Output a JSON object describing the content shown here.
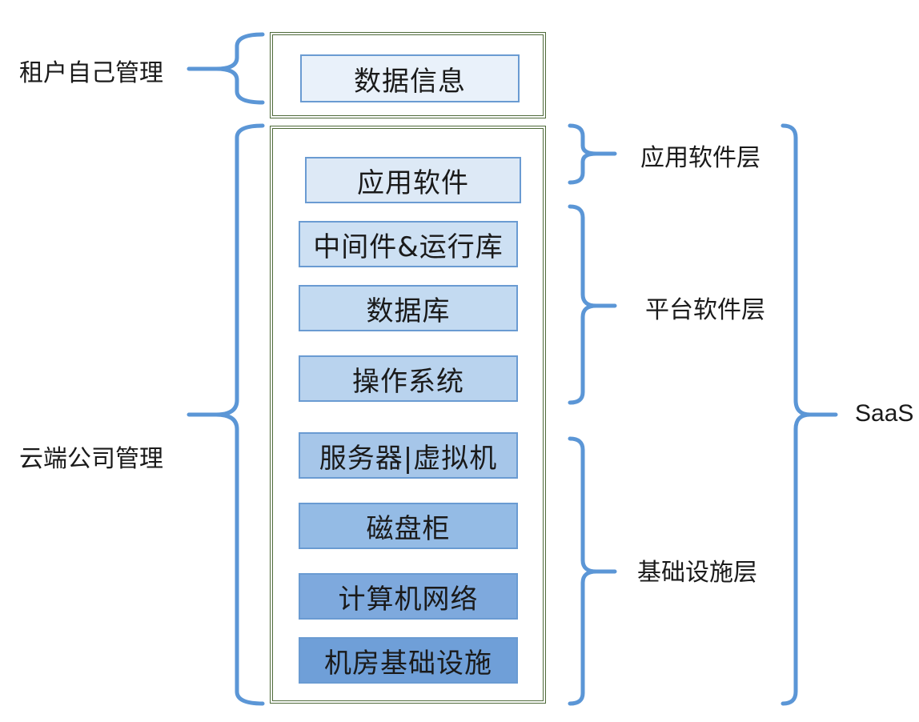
{
  "tenant_section": {
    "label": "租户自己管理",
    "layers": [
      "数据信息"
    ]
  },
  "cloud_section": {
    "label": "云端公司管理",
    "layers": [
      "应用软件",
      "中间件&运行库",
      "数据库",
      "操作系统",
      "服务器|虚拟机",
      "磁盘柜",
      "计算机网络",
      "机房基础设施"
    ]
  },
  "right_groups": {
    "application": "应用软件层",
    "platform": "平台软件层",
    "infrastructure": "基础设施层"
  },
  "outer_label": "SaaS",
  "colors": {
    "bracket": "#5b96d6",
    "frame_border": "#4f6a3a",
    "layer_border": "#6a9bd2",
    "layer_fills": [
      "#e9f1fa",
      "#dde9f6",
      "#cde0f3",
      "#c3daf1",
      "#b9d3ee",
      "#a6c6e9",
      "#94bbe5",
      "#7ea9dd",
      "#6f9fd8"
    ]
  }
}
